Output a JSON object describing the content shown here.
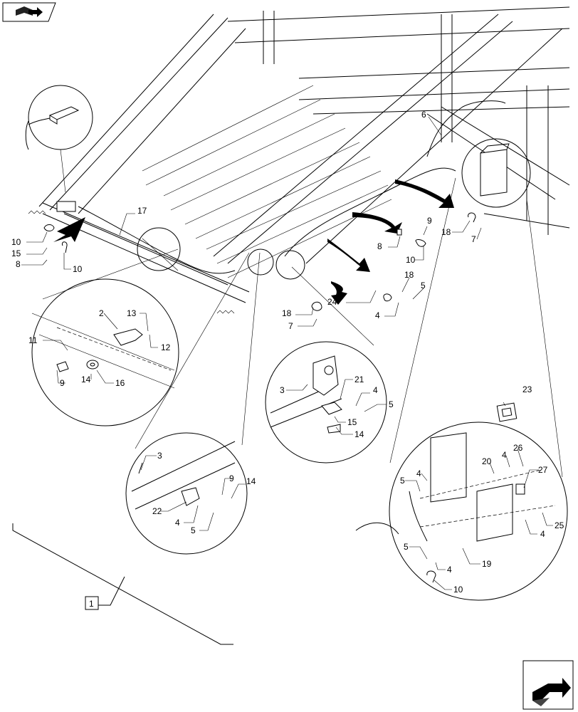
{
  "diagram": {
    "nav": {
      "top_icon": "book-arrow-icon",
      "bottom_icon": "next-page-arrow-icon"
    },
    "callouts": [
      {
        "id": "c6",
        "text": "6"
      },
      {
        "id": "c17",
        "text": "17"
      },
      {
        "id": "c10a",
        "text": "10"
      },
      {
        "id": "c15a",
        "text": "15"
      },
      {
        "id": "c8a",
        "text": "8"
      },
      {
        "id": "c10b",
        "text": "10"
      },
      {
        "id": "c9a",
        "text": "9"
      },
      {
        "id": "c8b",
        "text": "8"
      },
      {
        "id": "c10c",
        "text": "10"
      },
      {
        "id": "c18a",
        "text": "18"
      },
      {
        "id": "c7a",
        "text": "7"
      },
      {
        "id": "c18b",
        "text": "18"
      },
      {
        "id": "c24",
        "text": "24"
      },
      {
        "id": "c5a",
        "text": "5"
      },
      {
        "id": "c4a",
        "text": "4"
      },
      {
        "id": "c18c",
        "text": "18"
      },
      {
        "id": "c7b",
        "text": "7"
      },
      {
        "id": "c2",
        "text": "2"
      },
      {
        "id": "c13",
        "text": "13"
      },
      {
        "id": "c11",
        "text": "11"
      },
      {
        "id": "c12",
        "text": "12"
      },
      {
        "id": "c9b",
        "text": "9"
      },
      {
        "id": "c14a",
        "text": "14"
      },
      {
        "id": "c16",
        "text": "16"
      },
      {
        "id": "c3a",
        "text": "3"
      },
      {
        "id": "c21",
        "text": "21"
      },
      {
        "id": "c4b",
        "text": "4"
      },
      {
        "id": "c5b",
        "text": "5"
      },
      {
        "id": "c15b",
        "text": "15"
      },
      {
        "id": "c14b",
        "text": "14"
      },
      {
        "id": "c23",
        "text": "23"
      },
      {
        "id": "c3b",
        "text": "3"
      },
      {
        "id": "c9c",
        "text": "9"
      },
      {
        "id": "c14c",
        "text": "14"
      },
      {
        "id": "c22",
        "text": "22"
      },
      {
        "id": "c4c",
        "text": "4"
      },
      {
        "id": "c5c",
        "text": "5"
      },
      {
        "id": "c20",
        "text": "20"
      },
      {
        "id": "c4d",
        "text": "4"
      },
      {
        "id": "c26",
        "text": "26"
      },
      {
        "id": "c27",
        "text": "27"
      },
      {
        "id": "c5d",
        "text": "5"
      },
      {
        "id": "c4e",
        "text": "4"
      },
      {
        "id": "c25",
        "text": "25"
      },
      {
        "id": "c5e",
        "text": "5"
      },
      {
        "id": "c4f",
        "text": "4"
      },
      {
        "id": "c19",
        "text": "19"
      },
      {
        "id": "c10d",
        "text": "10"
      },
      {
        "id": "c1",
        "text": "1"
      }
    ]
  }
}
